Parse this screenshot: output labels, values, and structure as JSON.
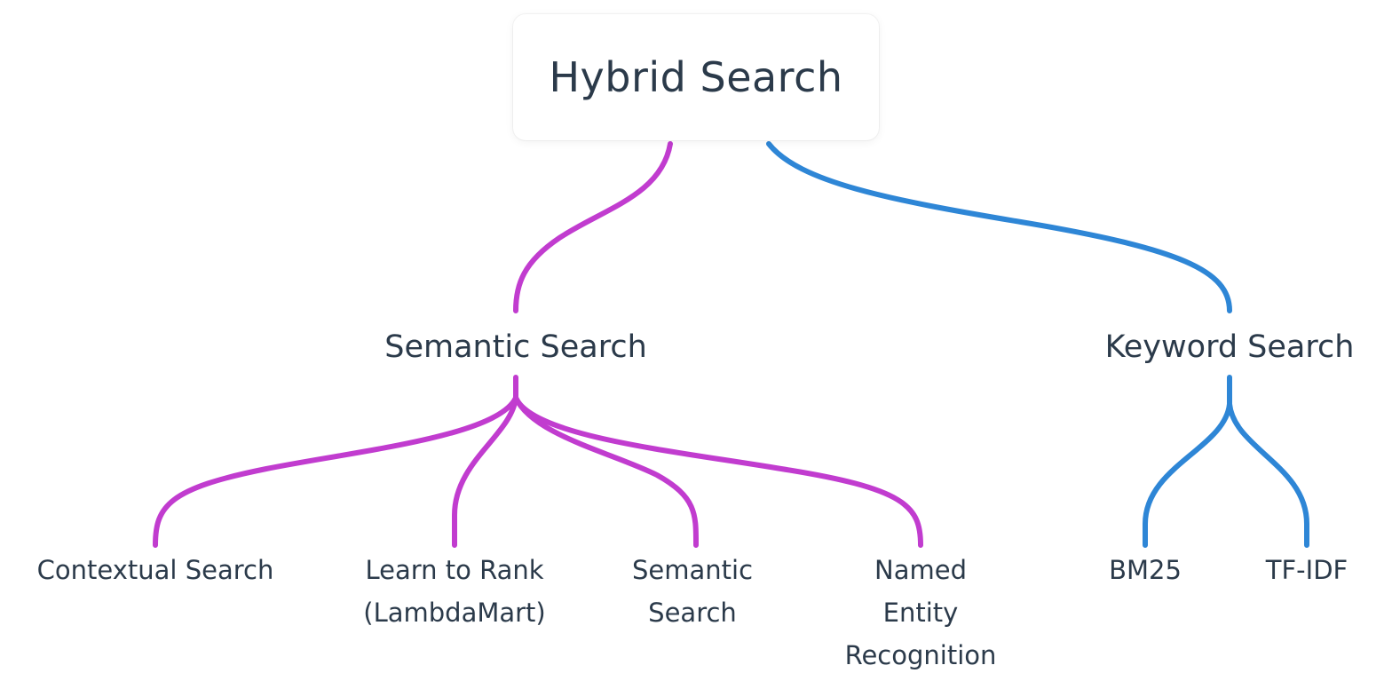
{
  "root": {
    "label": "Hybrid Search"
  },
  "branches": [
    {
      "label": "Semantic Search",
      "color": "#c13ccf",
      "children": [
        {
          "lines": [
            "Contextual Search"
          ]
        },
        {
          "lines": [
            "Learn to Rank",
            "(LambdaMart)"
          ]
        },
        {
          "lines": [
            "Semantic",
            "Search"
          ]
        },
        {
          "lines": [
            "Named",
            "Entity",
            "Recognition"
          ]
        }
      ]
    },
    {
      "label": "Keyword Search",
      "color": "#2e86d6",
      "children": [
        {
          "lines": [
            "BM25"
          ]
        },
        {
          "lines": [
            "TF-IDF"
          ]
        }
      ]
    }
  ]
}
